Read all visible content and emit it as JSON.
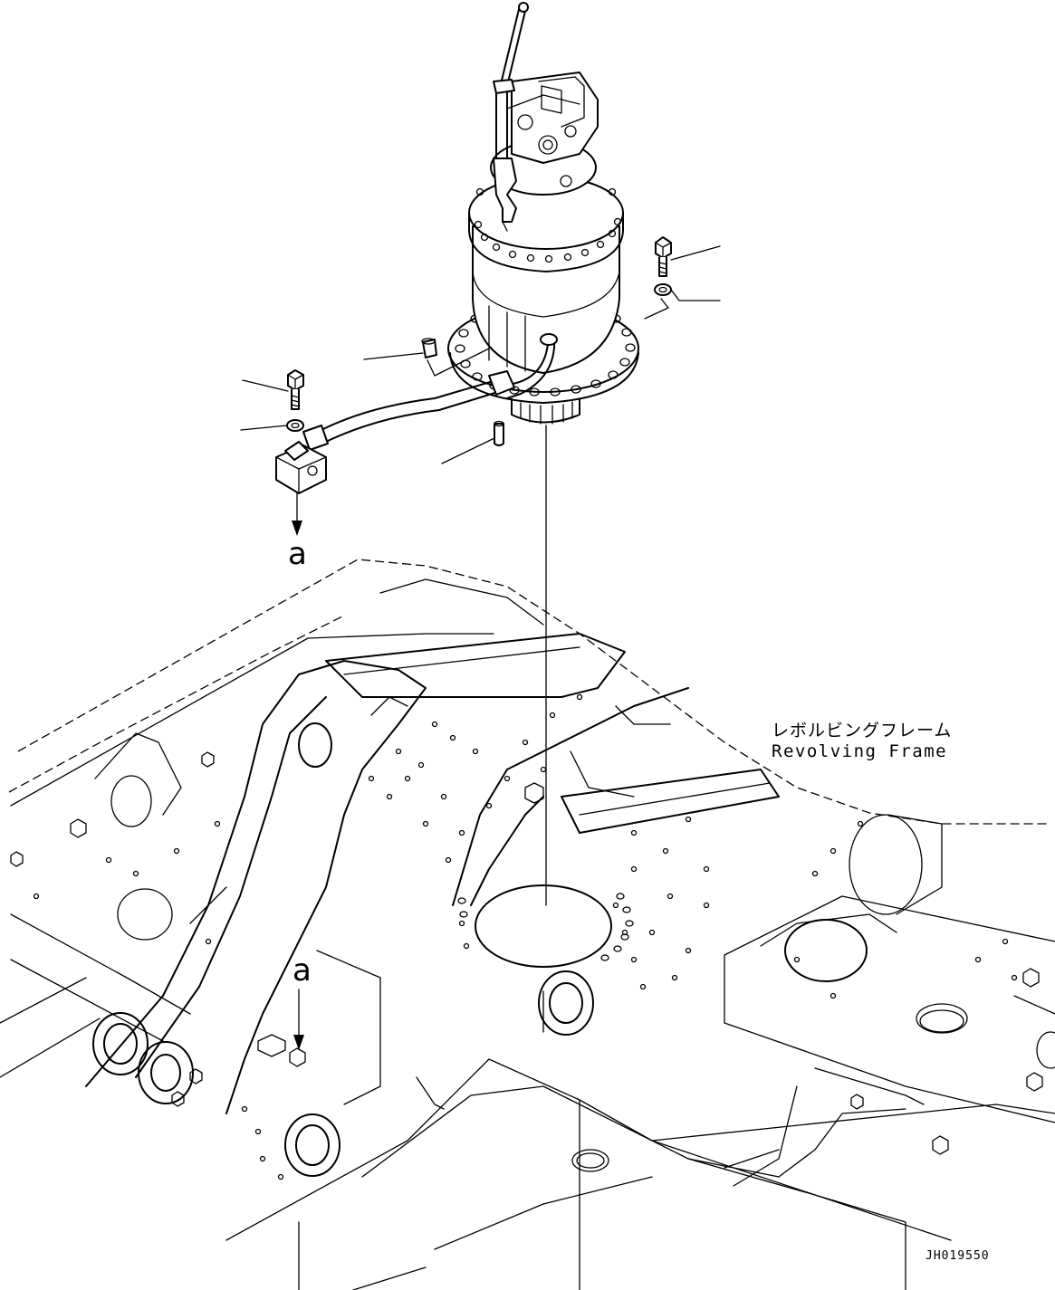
{
  "labels": {
    "frame_jp": "レボルビングフレーム",
    "frame_en": "Revolving Frame",
    "callout_upper": "a",
    "callout_lower": "a",
    "drawing_number": "JH019550"
  },
  "parts": [
    "swing-motor-assembly",
    "mounting-bolt",
    "washer",
    "grease-fitting-cap",
    "dowel-pin",
    "grease-hose",
    "connector-block",
    "revolving-frame"
  ]
}
